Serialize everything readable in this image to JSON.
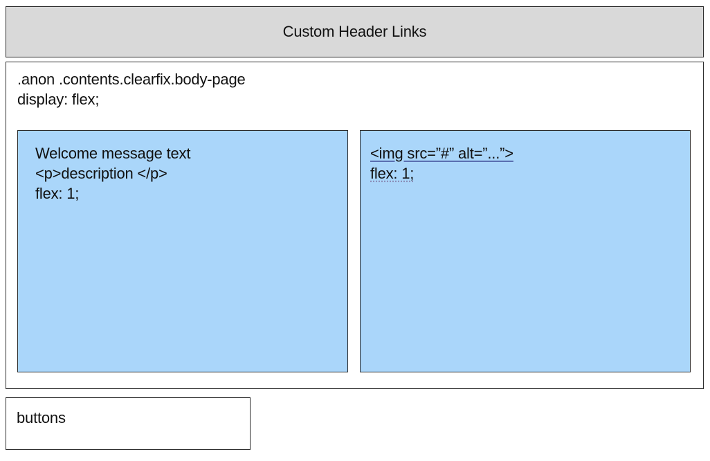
{
  "header": {
    "label": "Custom Header Links"
  },
  "body": {
    "selector": ".anon .contents.clearfix.body-page",
    "rule": "display: flex;"
  },
  "left_panel": {
    "lines": [
      "Welcome message text",
      "<p>description </p>",
      "flex: 1;"
    ]
  },
  "right_panel": {
    "lines": [
      "<img src=”#” alt=”...”>",
      "flex: 1;"
    ]
  },
  "buttons": {
    "label": "buttons"
  },
  "colors": {
    "header_fill": "#d9d9d9",
    "panel_fill": "#aad6fa",
    "border": "#2a2a2a"
  }
}
